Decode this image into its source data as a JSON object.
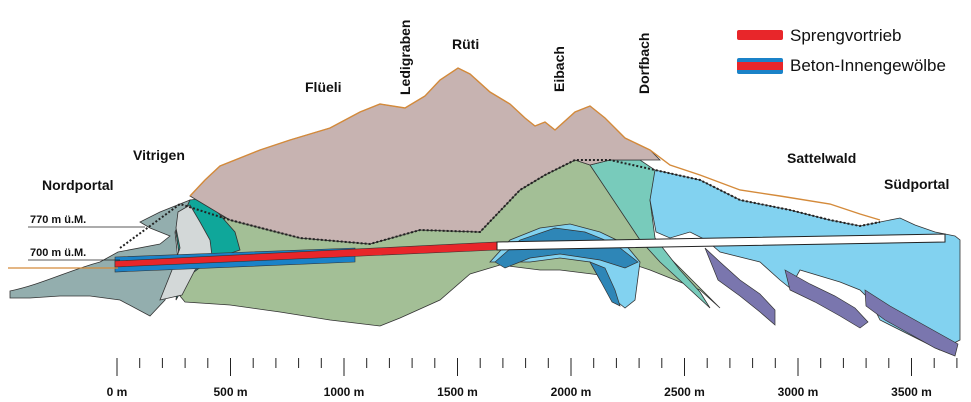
{
  "places": {
    "nordportal": "Nordportal",
    "vitrigen": "Vitrigen",
    "flueli": "Flüeli",
    "ledigraben": "Ledigraben",
    "rueti": "Rüti",
    "eibach": "Eibach",
    "dorfbach": "Dorfbach",
    "sattelwald": "Sattelwald",
    "suedportal": "Südportal"
  },
  "elevation_labels": {
    "upper": "770 m ü.M.",
    "lower": "700 m ü.M."
  },
  "legend": {
    "blasting": "Sprengvortrieb",
    "concrete_vault": "Beton-Innengewölbe"
  },
  "colors": {
    "blasting": "#e8262a",
    "concrete_vault": "#1a82c8",
    "upper_rock": "#c7b3b1",
    "molasse_green": "#a3bf96",
    "teal_rock": "#78cbbb",
    "light_blue_rock": "#82d2f0",
    "purple_band": "#7a76ae",
    "grey_slope": "#93aeae",
    "dark_teal": "#0fa79a"
  },
  "scale": {
    "ticks": [
      "0 m",
      "500 m",
      "1000 m",
      "1500 m",
      "2000 m",
      "2500 m",
      "3000 m",
      "3500 m"
    ]
  }
}
